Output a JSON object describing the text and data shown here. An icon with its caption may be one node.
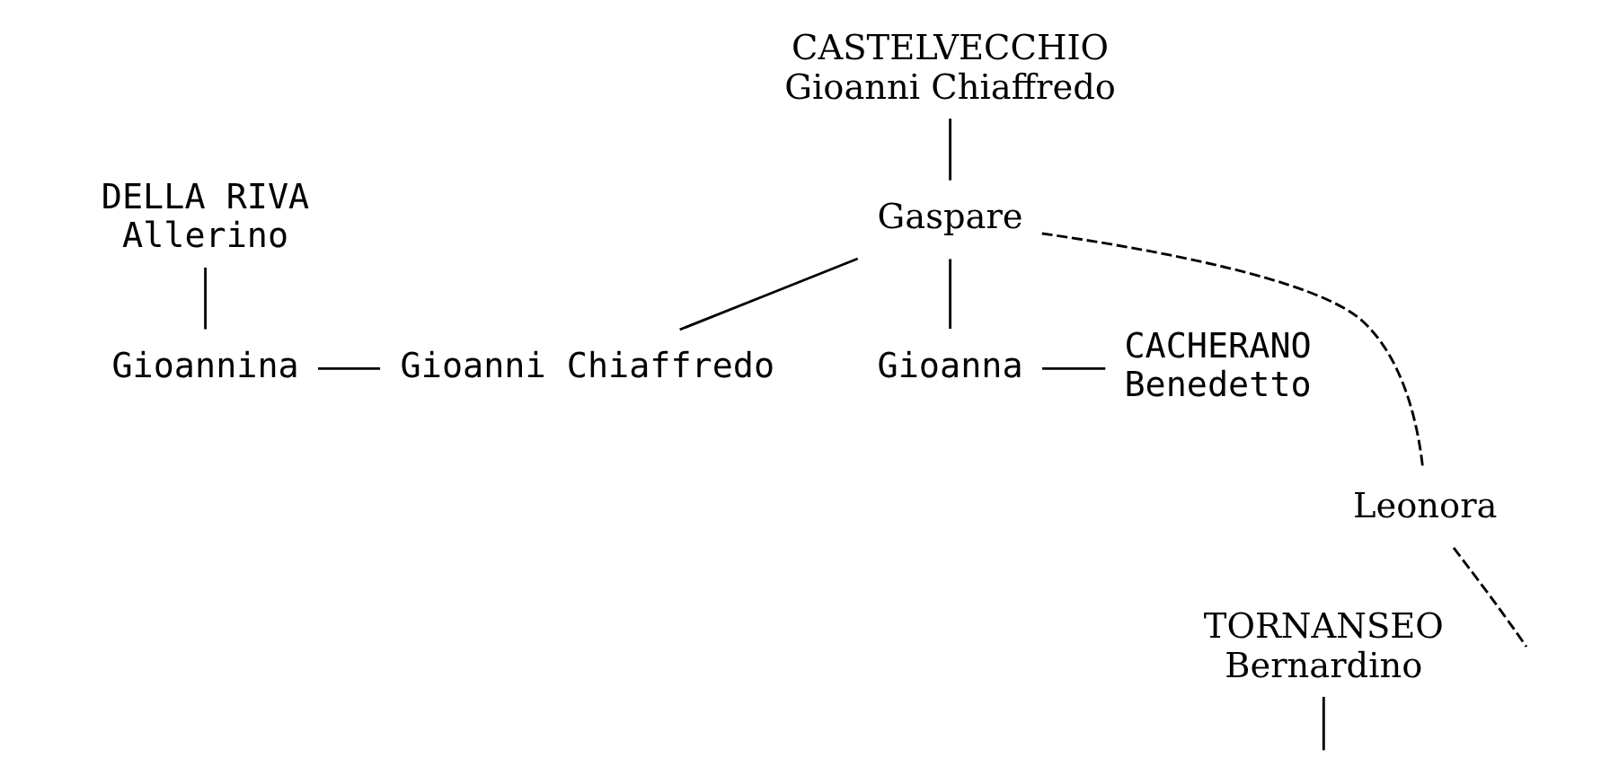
{
  "diagram": {
    "nodes": [
      {
        "text": [
          "CASTELVECCHIO",
          "Gioanni Chiaffredo"
        ]
      },
      {
        "text": [
          "Gaspare"
        ]
      },
      {
        "text": [
          "DELLA RIVA",
          "Allerino"
        ]
      },
      {
        "text": [
          "Gioannina"
        ]
      },
      {
        "text": [
          "Gioanni Chiaffredo"
        ]
      },
      {
        "text": [
          "Gioanna"
        ]
      },
      {
        "text": [
          "CACHERANO",
          "Benedetto"
        ]
      },
      {
        "text": [
          "Leonora"
        ]
      },
      {
        "text": [
          "TORNANSEO",
          "Bernardino"
        ]
      }
    ],
    "edges": [
      {
        "from": 0,
        "to": 1,
        "arrow": "none"
      },
      {
        "from": 1,
        "to": 4,
        "arrow": "none"
      },
      {
        "from": 1,
        "to": 5,
        "arrow": "none"
      },
      {
        "from": 2,
        "to": 3,
        "arrow": "none"
      },
      {
        "from": 3,
        "to": 4,
        "arrow": "none"
      },
      {
        "from": 5,
        "to": 6,
        "arrow": "none"
      },
      {
        "from": 1,
        "to": 7,
        "arrow": "none",
        "style": "dashed"
      },
      {
        "from": 7,
        "to": null,
        "arrow": "none",
        "style": "dashed"
      },
      {
        "from": 8,
        "to": null,
        "arrow": "none"
      }
    ]
  }
}
